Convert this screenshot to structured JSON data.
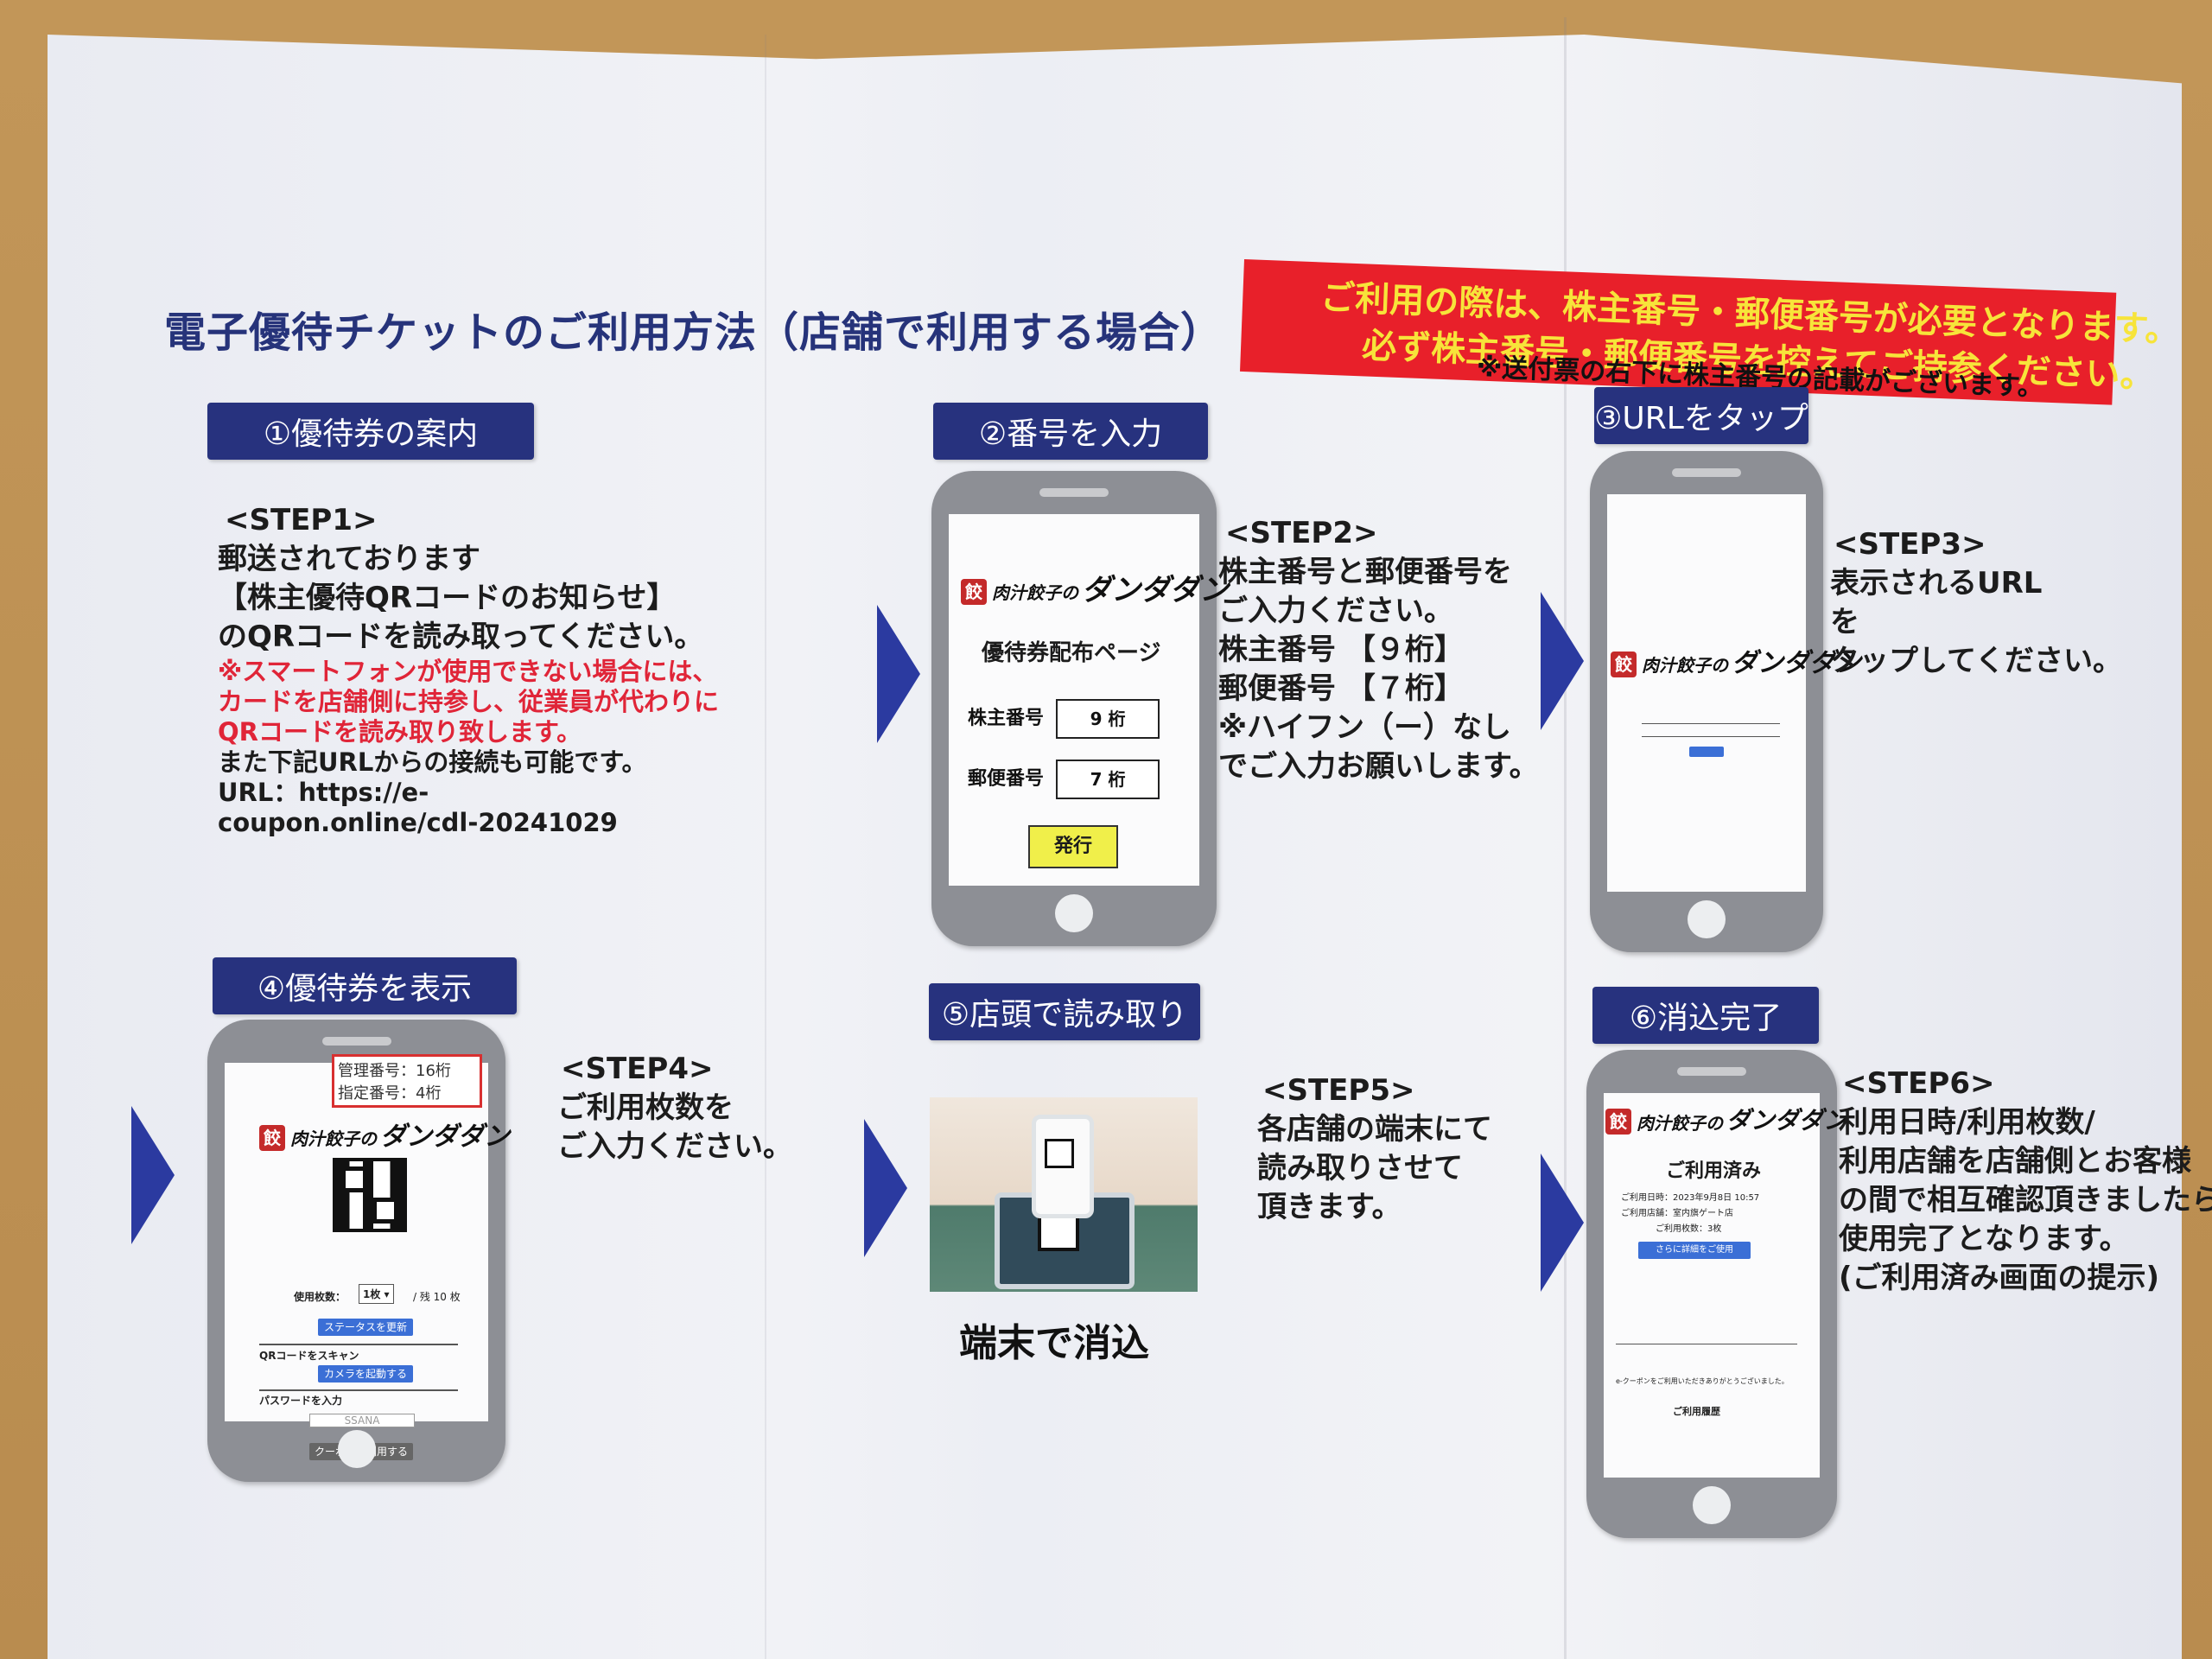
{
  "title": "電子優待チケットのご利用方法（店舗で利用する場合）",
  "alert": {
    "line1": "ご利用の際は、株主番号・郵便番号が必要となります。",
    "line2": "必ず株主番号・郵便番号を控えてご持参ください。",
    "note": "※送付票の右下に株主番号の記載がございます。",
    "bg_color": "#e8202a",
    "text_color": "#f7e43a"
  },
  "accent_color": "#27327e",
  "steps": [
    {
      "tab": "①優待券の案内",
      "heading": "<STEP1>",
      "lines": [
        "郵送されております",
        "【株主優待QRコードのお知らせ】",
        "のQRコードを読み取ってください。"
      ],
      "warning": [
        "※スマートフォンが使用できない場合には、",
        "カードを店舗側に持参し、従業員が代わりに",
        "QRコードを読み取り致します。"
      ],
      "extra": [
        "また下記URLからの接続も可能です。",
        "URL：https://e-",
        "coupon.online/cdl-20241029"
      ]
    },
    {
      "tab": "②番号を入力",
      "heading": "<STEP2>",
      "lines": [
        "株主番号と郵便番号を",
        "ご入力ください。",
        "株主番号 【９桁】",
        "郵便番号 【７桁】",
        "※ハイフン（ー）なし",
        "でご入力お願いします。"
      ],
      "phone": {
        "brand": "ダンダダン",
        "brand_prefix": "肉汁餃子の",
        "seal": "餃",
        "page_title": "優待券配布ページ",
        "field1_label": "株主番号",
        "field1_value": "9 桁",
        "field2_label": "郵便番号",
        "field2_value": "7 桁",
        "button": "発行"
      }
    },
    {
      "tab": "③URLをタップ",
      "heading": "<STEP3>",
      "lines": [
        "表示されるURL",
        "を",
        "タップしてください。"
      ]
    },
    {
      "tab": "④優待券を表示",
      "heading": "<STEP4>",
      "lines": [
        "ご利用枚数を",
        "ご入力ください。"
      ],
      "phone": {
        "mgmt_no": "管理番号：16桁",
        "spec_no": "指定番号：4桁",
        "usage_label": "使用枚数：",
        "usage_value": "1枚 ▾",
        "usage_max": "/ 残 10 枚",
        "btn1": "ステータスを更新",
        "qr_scan": "QRコードをスキャン",
        "btn2": "カメラを起動する",
        "pw_label": "パスワードを入力",
        "pw_value": "SSANA",
        "btn3": "クーポンを利用する"
      }
    },
    {
      "tab": "⑤店頭で読み取り",
      "heading": "<STEP5>",
      "lines": [
        "各店舗の端末にて",
        "読み取りさせて",
        "頂きます。"
      ],
      "caption": "端末で消込"
    },
    {
      "tab": "⑥消込完了",
      "heading": "<STEP6>",
      "lines": [
        "利用日時/利用枚数/",
        "利用店舗を店舗側とお客様",
        "の間で相互確認頂きましたら",
        "使用完了となります。",
        "(ご利用済み画面の提示)"
      ],
      "phone": {
        "status": "ご利用済み",
        "info1": "ご利用日時：2023年9月8日 10:57",
        "info2": "ご利用店舗：室内旗ゲート店",
        "info3": "ご利用枚数：3枚",
        "btn": "さらに詳細をご使用",
        "thanks": "e-クーポンをご利用いただきありがとうございました。",
        "history": "ご利用履歴"
      }
    }
  ]
}
